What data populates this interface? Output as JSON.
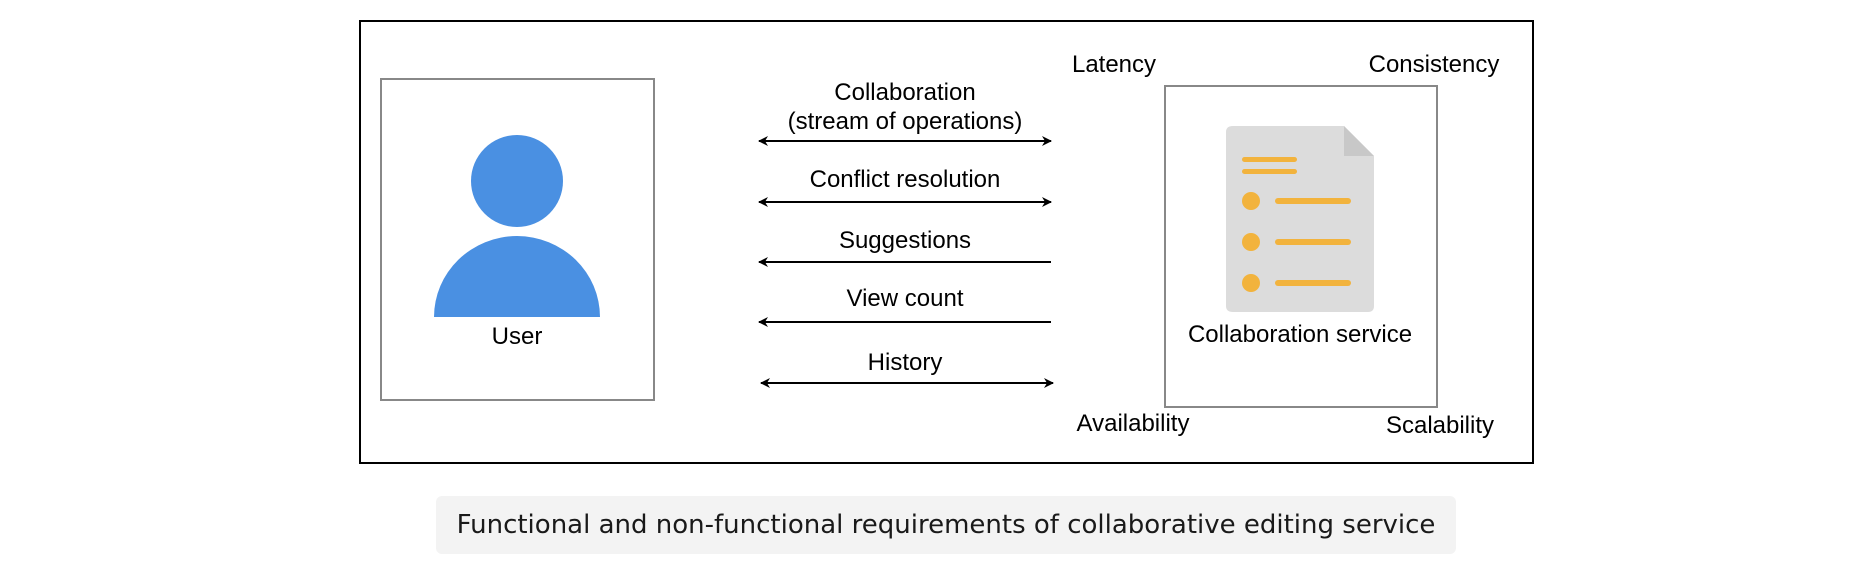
{
  "colors": {
    "user_blue": "#4A90E2",
    "document_gray": "#DCDCDC",
    "document_fold": "#C8C8C8",
    "document_accent": "#F2B33D",
    "frame_border": "#000000",
    "box_border": "#888888",
    "caption_bg": "#F3F3F3"
  },
  "user": {
    "label": "User",
    "icon": "user-icon"
  },
  "service": {
    "label": "Collaboration service",
    "icon": "document-icon"
  },
  "interactions": [
    {
      "line1": "Collaboration",
      "line2": "(stream of operations)",
      "direction": "both"
    },
    {
      "line1": "Conflict resolution",
      "direction": "both"
    },
    {
      "line1": "Suggestions",
      "direction": "left"
    },
    {
      "line1": "View count",
      "direction": "left"
    },
    {
      "line1": "History",
      "direction": "both"
    }
  ],
  "non_functional": {
    "latency": "Latency",
    "consistency": "Consistency",
    "availability": "Availability",
    "scalability": "Scalability"
  },
  "caption": "Functional and non-functional requirements of collaborative editing service"
}
